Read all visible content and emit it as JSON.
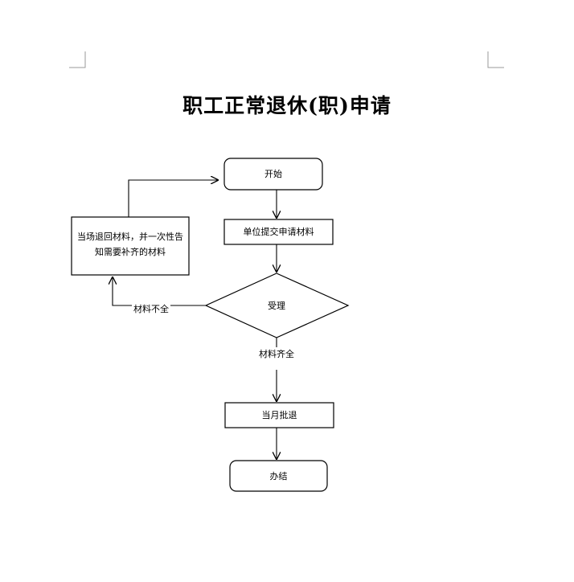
{
  "page": {
    "title": "职工正常退休(职)申请"
  },
  "flowchart": {
    "start": "开始",
    "submit": "单位提交申请材料",
    "accept": "受理",
    "return_line1": "当场退回材料，并一次性告",
    "return_line2": "知需要补齐的材料",
    "incomplete": "材料不全",
    "complete": "材料齐全",
    "approve": "当月批退",
    "finish": "办结"
  }
}
